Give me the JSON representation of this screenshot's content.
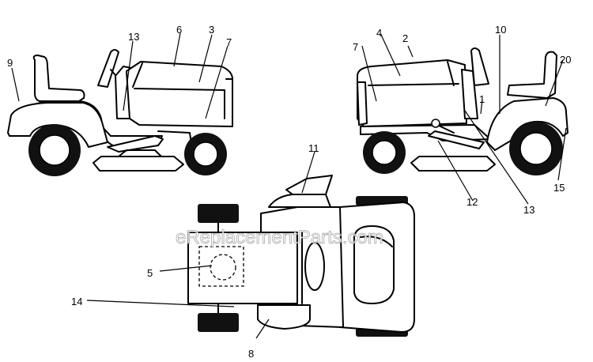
{
  "watermark": "eReplacementParts.com",
  "callouts": [
    {
      "id": "9"
    },
    {
      "id": "13"
    },
    {
      "id": "6"
    },
    {
      "id": "3"
    },
    {
      "id": "7"
    },
    {
      "id": "7"
    },
    {
      "id": "4"
    },
    {
      "id": "2"
    },
    {
      "id": "10"
    },
    {
      "id": "20"
    },
    {
      "id": "1"
    },
    {
      "id": "12"
    },
    {
      "id": "13"
    },
    {
      "id": "15"
    },
    {
      "id": "11"
    },
    {
      "id": "5"
    },
    {
      "id": "14"
    },
    {
      "id": "8"
    }
  ]
}
